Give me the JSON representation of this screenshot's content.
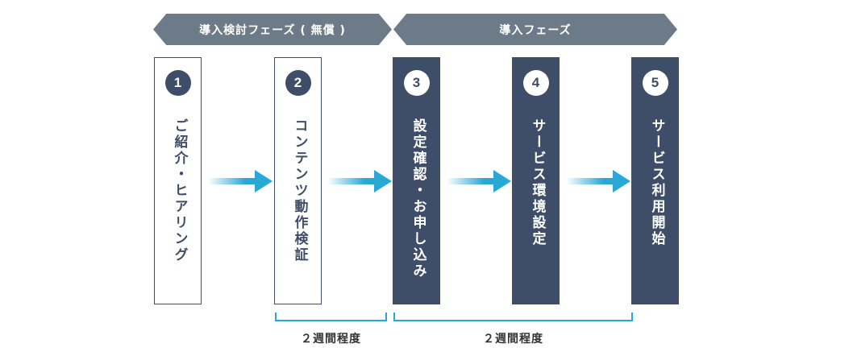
{
  "phases": {
    "trial": "導入検討フェーズ ( 無償 )",
    "intro": "導入フェーズ"
  },
  "steps": [
    {
      "number": "1",
      "label": "ご紹介・ヒアリング"
    },
    {
      "number": "2",
      "label": "コンテンツ動作検証"
    },
    {
      "number": "3",
      "label": "設定確認・お申し込み"
    },
    {
      "number": "4",
      "label": "サービス環境設定"
    },
    {
      "number": "5",
      "label": "サービス利用開始"
    }
  ],
  "durations": {
    "trial": "２週間程度",
    "intro": "２週間程度"
  },
  "colors": {
    "banner": "#6d7b89",
    "dark_box": "#3f4e68",
    "accent": "#29a8d6"
  }
}
